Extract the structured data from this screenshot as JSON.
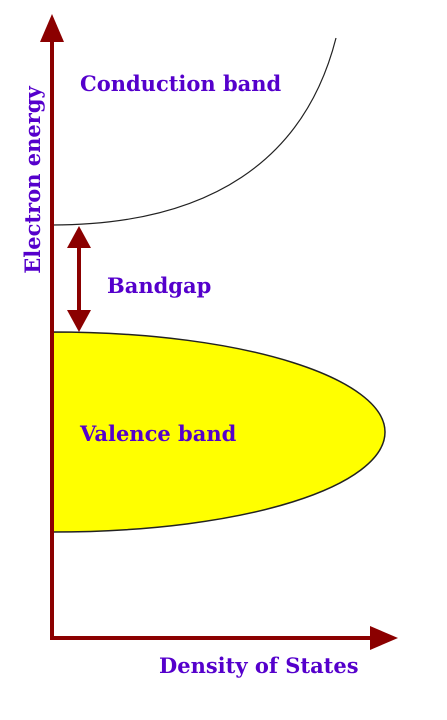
{
  "labels": {
    "conduction_band": "Conduction band",
    "bandgap": "Bandgap",
    "valence_band": "Valence band",
    "y_axis": "Electron energy",
    "x_axis": "Density of States"
  },
  "colors": {
    "axis": "#8b0000",
    "label": "#5500cc",
    "valence_fill": "#ffff00",
    "curve": "#222222"
  }
}
